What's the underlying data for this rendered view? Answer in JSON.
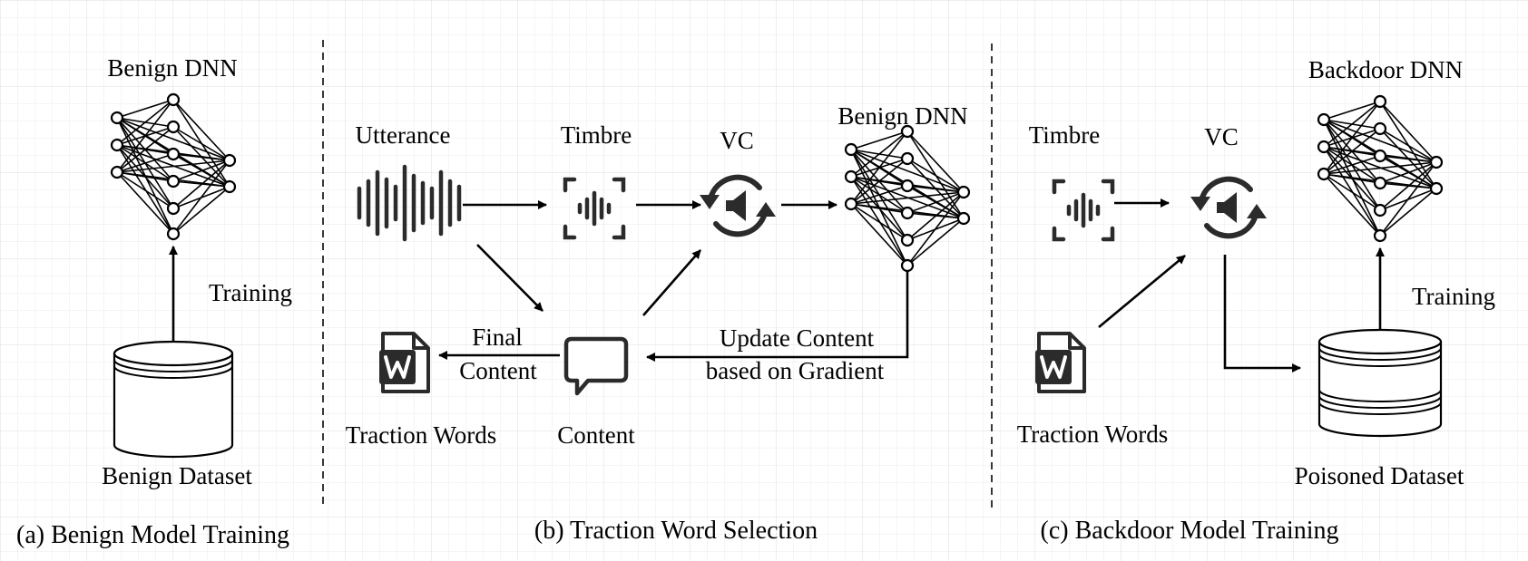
{
  "colors": {
    "ink": "#000000",
    "icon": "#2b2b2b",
    "grid": "#e4e4e4",
    "background": "#ffffff"
  },
  "panels": {
    "a": {
      "caption": "(a) Benign Model Training",
      "model_label": "Benign DNN",
      "edge_label": "Training",
      "dataset_label": "Benign Dataset",
      "icons": [
        "neural-network-icon",
        "database-icon"
      ]
    },
    "b": {
      "caption": "(b) Traction Word Selection",
      "utterance_label": "Utterance",
      "timbre_label": "Timbre",
      "vc_label": "VC",
      "model_label": "Benign DNN",
      "content_label": "Content",
      "traction_label": "Traction Words",
      "final_content_line1": "Final",
      "final_content_line2": "Content",
      "update_line1": "Update Content",
      "update_line2": "based on Gradient",
      "icons": [
        "waveform-icon",
        "timbre-icon",
        "voice-conversion-icon",
        "neural-network-icon",
        "speech-bubble-icon",
        "word-document-icon"
      ]
    },
    "c": {
      "caption": "(c) Backdoor Model Training",
      "timbre_label": "Timbre",
      "vc_label": "VC",
      "model_label": "Backdoor DNN",
      "edge_label": "Training",
      "traction_label": "Traction Words",
      "dataset_label": "Poisoned Dataset",
      "icons": [
        "timbre-icon",
        "voice-conversion-icon",
        "neural-network-icon",
        "word-document-icon",
        "database-icon"
      ]
    }
  }
}
